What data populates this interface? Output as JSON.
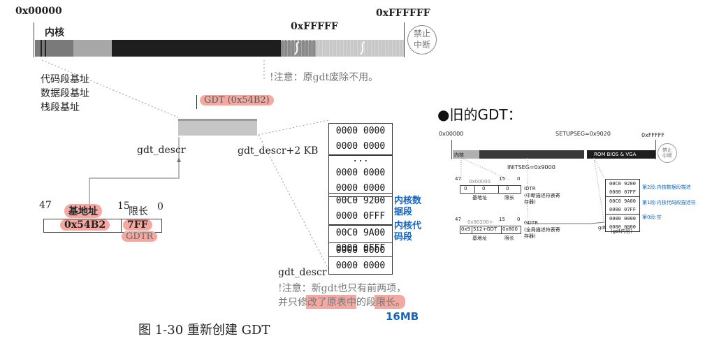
{
  "left_diagram": {
    "addr_start": "0x00000",
    "addr_mid": "0xFFFFF",
    "addr_end": "0xFFFFFF",
    "kernel_label": "内核",
    "forbid_label": "禁止中断",
    "note_old_gdt": "!注意：原gdt废除不用。",
    "bases": [
      "代码段基址",
      "数据段基址",
      "栈段基址"
    ],
    "gdt_label": "GDT (0x54B2)",
    "gdt_descr_label": "gdt_descr",
    "gdt_descr_end_label": "gdt_descr+2 KB",
    "gdtr": {
      "bit47": "47",
      "bit15": "15",
      "bit0": "0",
      "base_label": "基地址",
      "limit_label": "限长",
      "base_value": "0x54B2",
      "limit_value": "7FF",
      "name": "GDTR"
    },
    "table_groups": [
      [
        "0000 0000",
        "0000 0000"
      ],
      [
        "...",
        "0000  0000",
        "0000  0000"
      ],
      [
        "00C0 9200",
        "0000 0FFF"
      ],
      [
        "00C0 9A00",
        "0000 0FFF"
      ],
      [
        "0000 0000",
        "0000 0000"
      ]
    ],
    "table_bottom_label": "gdt_descr",
    "note_new_gdt_1": "!注意：新gdt也只有前两项，",
    "note_new_gdt_2": "并只修改了原表中的段限长。",
    "handwritten_data": "内核数据段",
    "handwritten_code": "内核代码段",
    "handwritten_16mb": "16MB",
    "caption": "图 1-30    重新创建 GDT"
  },
  "right_diagram": {
    "heading": "●旧的GDT：",
    "addr_start": "0x00000",
    "setupseg": "SETUPSEG=0x9020",
    "addr_end": "0xFFFFF",
    "kernel_label": "内核",
    "rom_label": "ROM BIOS & VGA",
    "forbid_label": "禁止中断",
    "initseg": "INITSEG=0x9000",
    "idtr": {
      "bit47": "47",
      "addr": "0x00000",
      "bit15": "15",
      "bit0": "0",
      "cells": [
        "0",
        "0",
        "0"
      ],
      "base_label": "基地址",
      "limit_label": "限长",
      "name": "IDTR",
      "desc": "(中断描述符表寄存器)"
    },
    "gdtr": {
      "bit47": "47",
      "addr": "0x90200+",
      "bit15": "15",
      "bit0": "0",
      "cells": [
        "0x9",
        "512+GDT",
        "0x800"
      ],
      "base_label": "基地址",
      "limit_label": "限长",
      "name": "GDTR",
      "desc": "(全局描述符表寄存器)"
    },
    "gdt_rows": [
      "00C0 9200",
      "0000 07FF",
      "00C0 9A00",
      "0000 07FF",
      "0000 0000",
      "0000 0000"
    ],
    "gdt_label": "gdt",
    "gdt_content_label": "(gdt内容)",
    "note_2": "第2段:内核数据段描述",
    "note_1": "第1段:内核代码段描述符",
    "note_0": "第0段:空"
  },
  "colors": {
    "highlight": "#f3a9a1",
    "handwriting": "#1565c0",
    "bar_dark": "#1e1e1e",
    "bar_mid": "#a8a8a8",
    "bar_light": "#c8c8c8"
  }
}
